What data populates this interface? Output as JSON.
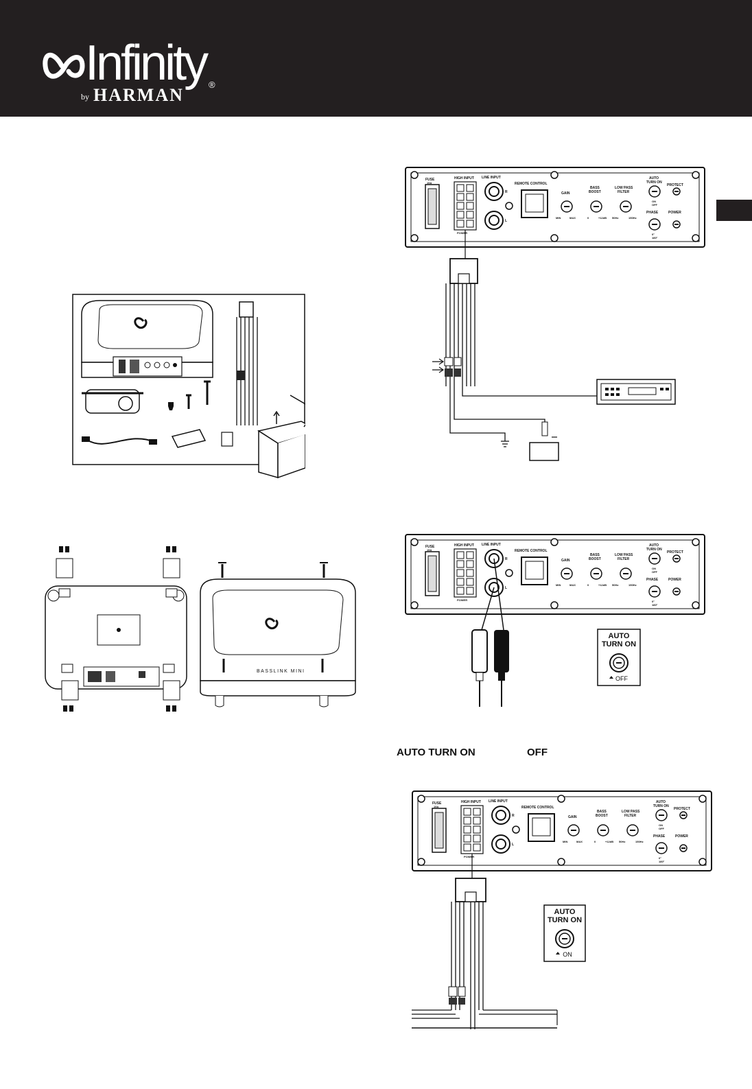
{
  "brand": {
    "name": "Infinity",
    "by": "by",
    "parent": "HARMAN",
    "registered": "®"
  },
  "panel": {
    "fuse": "FUSE",
    "fuse_rating": "15A",
    "high_input": "HIGH INPUT",
    "line_input": "LINE INPUT",
    "remote_control": "REMOTE CONTROL",
    "gain": "GAIN",
    "gain_min": "MIN",
    "gain_max": "MAX",
    "bass_boost_1": "BASS",
    "bass_boost_2": "BOOST",
    "bass_min": "0",
    "bass_max": "+12dB",
    "lpf_1": "LOW PASS",
    "lpf_2": "FILTER",
    "lpf_min": "50Hz",
    "lpf_max": "150Hz",
    "auto_1": "AUTO",
    "auto_2": "TURN ON",
    "auto_on": "ON",
    "auto_off": "OFF",
    "protect": "PROTECT",
    "phase": "PHASE",
    "phase_0": "0°",
    "phase_180": "180°",
    "power": "POWER",
    "power_label": "POWER",
    "ch_r": "R",
    "ch_l": "L"
  },
  "callouts": {
    "auto_off_box": {
      "line1": "AUTO",
      "line2": "TURN ON",
      "state": "OFF"
    },
    "auto_on_box": {
      "line1": "AUTO",
      "line2": "TURN ON",
      "state": "ON"
    }
  },
  "product_label": "BASSLINK MINI",
  "caption": {
    "auto_turn_on": "AUTO TURN ON",
    "off": "OFF"
  }
}
